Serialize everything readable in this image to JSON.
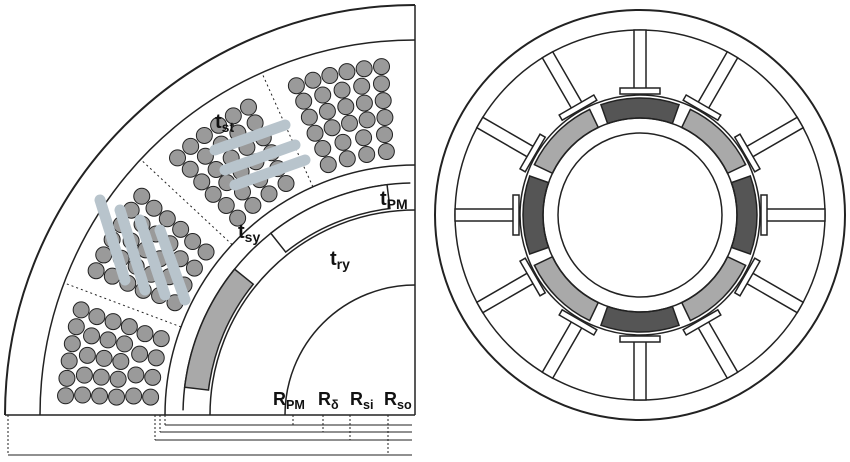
{
  "labels": {
    "t_sy": {
      "main": "t",
      "sub": "sy"
    },
    "t_st": {
      "main": "t",
      "sub": "st"
    },
    "t_PM": {
      "main": "t",
      "sub": "PM"
    },
    "t_ry": {
      "main": "t",
      "sub": "ry"
    },
    "R_PM": {
      "main": "R",
      "sub": "PM"
    },
    "R_delta": {
      "main": "R",
      "sub": "δ"
    },
    "R_si": {
      "main": "R",
      "sub": "si"
    },
    "R_so": {
      "main": "R",
      "sub": "so"
    }
  },
  "colors": {
    "magnet_light": "#a9a9a9",
    "magnet_dark": "#555555",
    "conductor": "#9a9a9a",
    "coil": "#b8c4cc"
  },
  "right_view": {
    "stator_teeth": 12,
    "magnet_poles": 8
  }
}
